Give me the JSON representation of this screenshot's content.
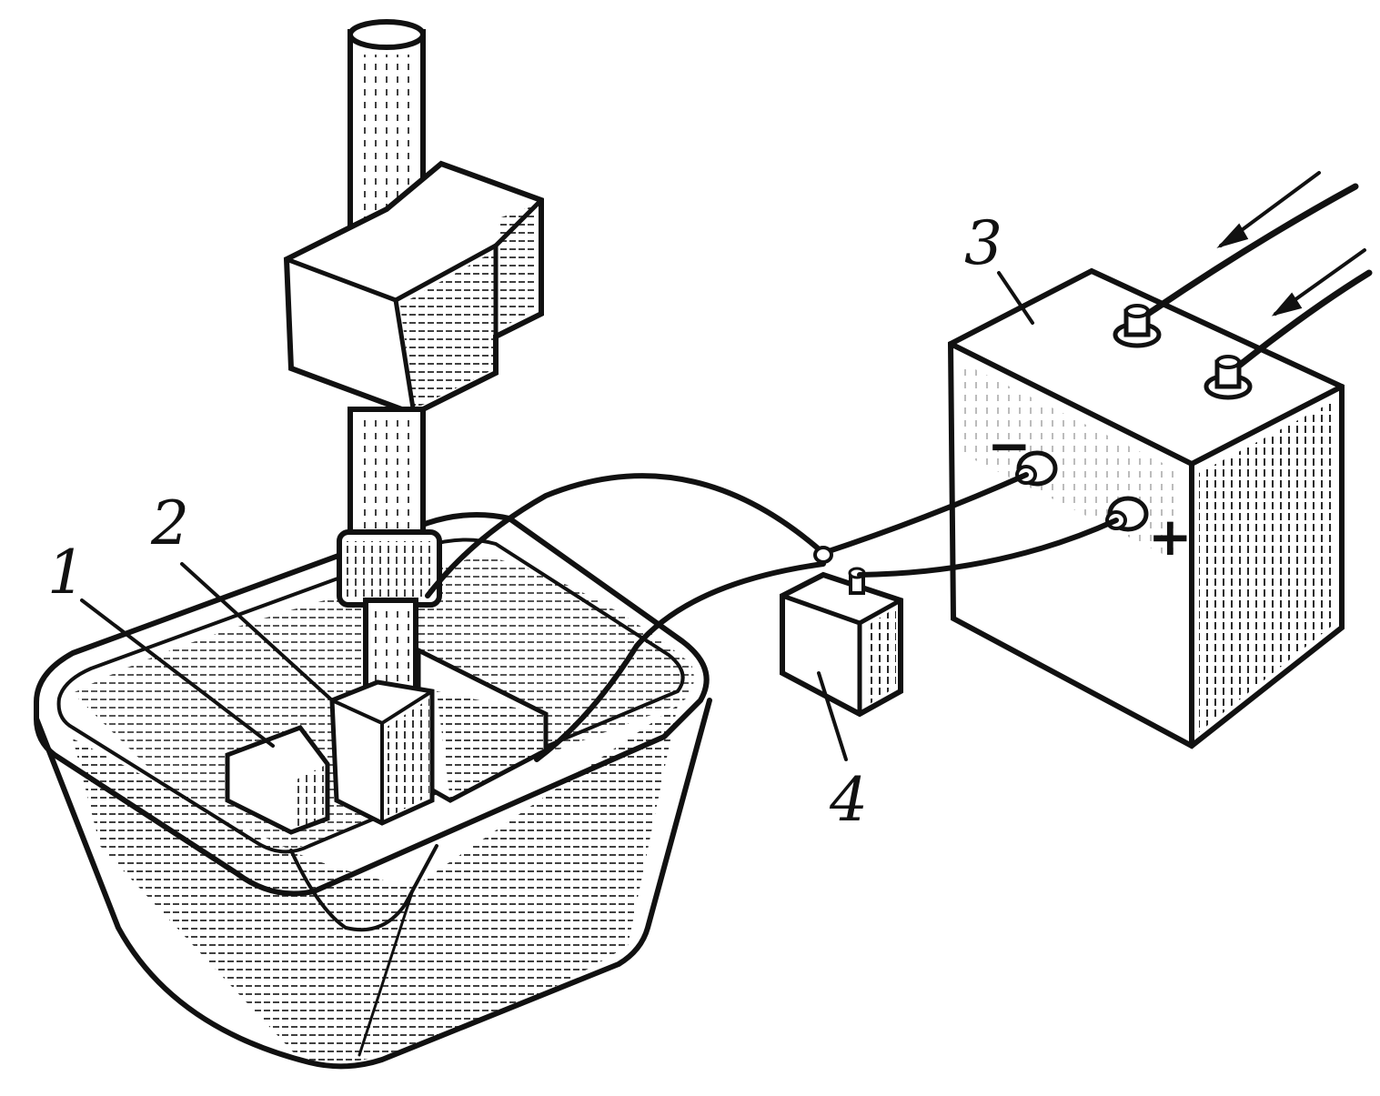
{
  "diagram": {
    "labels": {
      "part_1": "1",
      "part_2": "2",
      "part_3": "3",
      "part_4": "4"
    },
    "terminals": {
      "negative": "−",
      "positive": "+"
    },
    "colors": {
      "ink": "#111111",
      "paper": "#ffffff"
    }
  }
}
